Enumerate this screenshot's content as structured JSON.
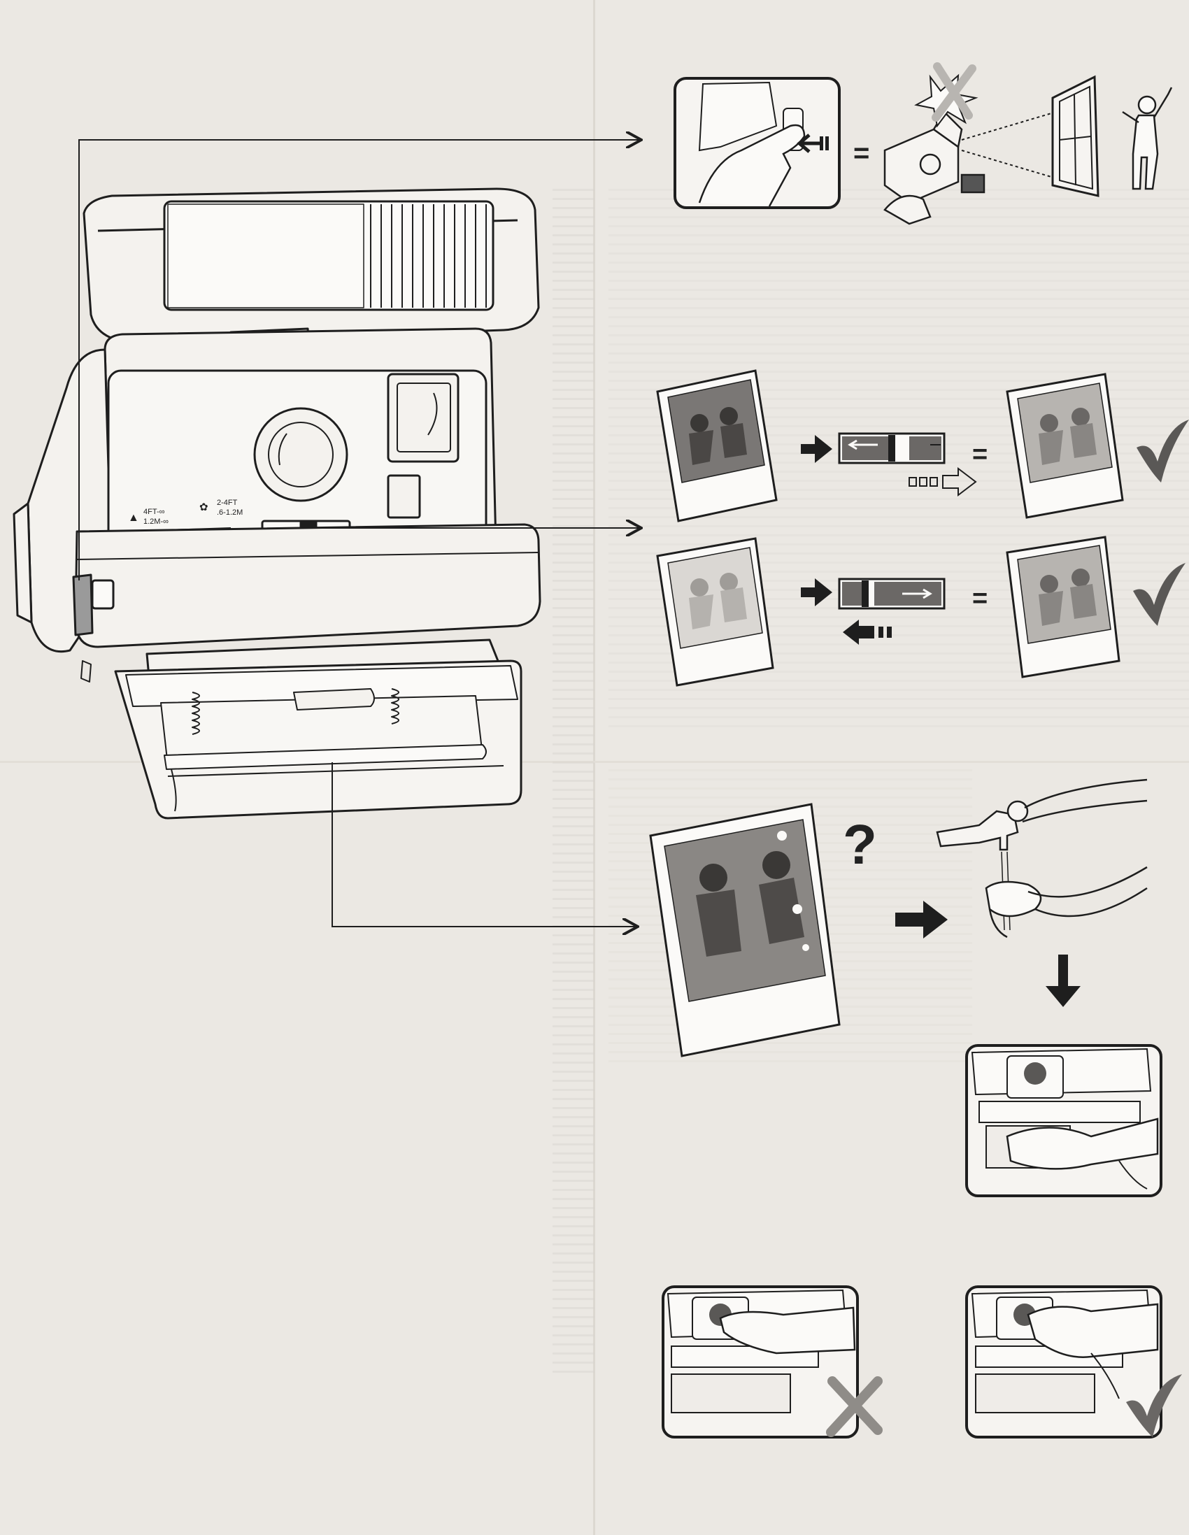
{
  "camera_labels": {
    "landscape_distance_ft": "4FT-∞",
    "landscape_distance_m": "1.2M-∞",
    "closeup_distance_ft": "2-4FT",
    "closeup_distance_m": ".6-1.2M"
  },
  "symbols": {
    "equals": "=",
    "question_mark": "?"
  },
  "icons": {
    "flash_block": "no-flash-x-icon",
    "correct": "checkmark-icon",
    "wrong": "cross-x-icon",
    "arrow": "arrow-right-icon"
  },
  "colors": {
    "paper": "#ebe8e3",
    "ink": "#1e1e1e",
    "panel_fill": "#f6f4f1"
  }
}
